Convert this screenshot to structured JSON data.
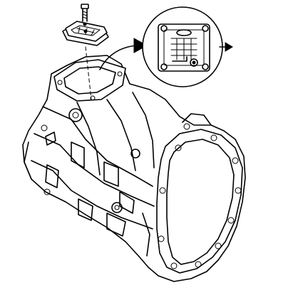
{
  "diagram": {
    "type": "exploded-technical-illustration",
    "components": [
      {
        "id": "transmission-case",
        "icon": "transmission-housing-icon"
      },
      {
        "id": "cover-plate-with-gasket",
        "icon": "cover-plate-icon"
      },
      {
        "id": "retaining-bolt",
        "icon": "bolt-icon"
      },
      {
        "id": "detail-inset",
        "icon": "magnified-view-icon"
      }
    ],
    "connectors": [
      {
        "from": "cover-plate-with-gasket",
        "to": "transmission-case",
        "style": "dashed-vertical"
      },
      {
        "from": "case-opening",
        "to": "detail-inset",
        "style": "curved-arrow"
      },
      {
        "from": "detail-inset",
        "to": "outside",
        "style": "right-arrow"
      }
    ],
    "colors": {
      "line": "#000000",
      "background": "#ffffff"
    }
  }
}
